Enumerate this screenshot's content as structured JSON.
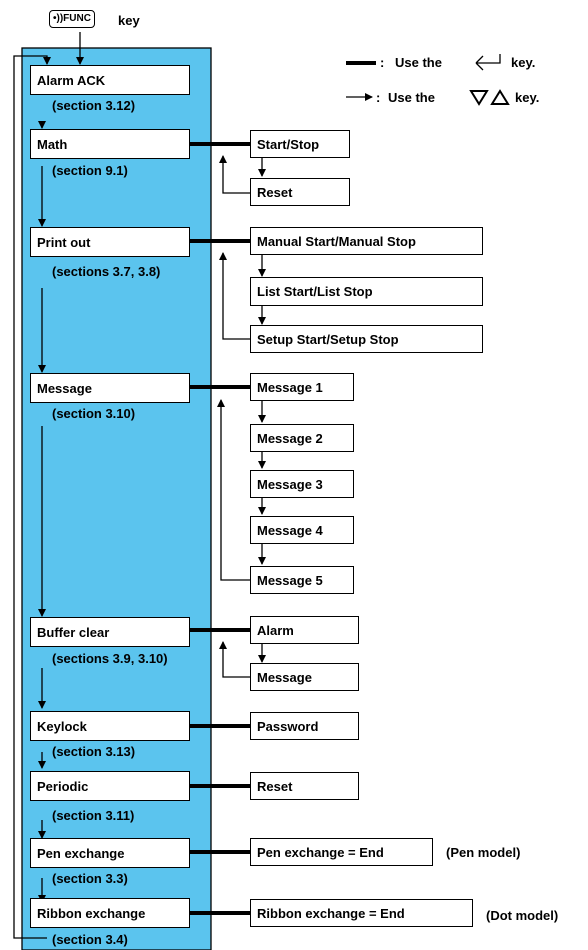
{
  "header": {
    "func_key": "FUNC",
    "key_text": "key"
  },
  "legend": {
    "enter_key": "Use the",
    "enter_key_suffix": "key.",
    "arrow_key": "Use the",
    "arrow_key_suffix": "key."
  },
  "menu": [
    {
      "label": "Alarm ACK",
      "section": "(section 3.12)"
    },
    {
      "label": "Math",
      "section": "(section 9.1)"
    },
    {
      "label": "Print out",
      "section": "(sections 3.7, 3.8)"
    },
    {
      "label": "Message",
      "section": "(section 3.10)"
    },
    {
      "label": "Buffer clear",
      "section": "(sections 3.9, 3.10)"
    },
    {
      "label": "Keylock",
      "section": "(section 3.13)"
    },
    {
      "label": "Periodic",
      "section": "(section 3.11)"
    },
    {
      "label": "Pen exchange",
      "section": "(section 3.3)"
    },
    {
      "label": "Ribbon exchange",
      "section": "(section 3.4)"
    }
  ],
  "submenus": {
    "math": [
      "Start/Stop",
      "Reset"
    ],
    "print_out": [
      "Manual Start/Manual Stop",
      "List Start/List Stop",
      "Setup Start/Setup Stop"
    ],
    "message": [
      "Message 1",
      "Message 2",
      "Message 3",
      "Message 4",
      "Message 5"
    ],
    "buffer_clear": [
      "Alarm",
      "Message"
    ],
    "keylock": [
      "Password"
    ],
    "periodic": [
      "Reset"
    ],
    "pen_exchange": [
      "Pen exchange = End"
    ],
    "ribbon_exchange": [
      "Ribbon exchange = End"
    ]
  },
  "model_notes": {
    "pen": "(Pen model)",
    "dot": "(Dot model)"
  },
  "colors": {
    "panel": "#5bc4ee",
    "line": "#000000"
  }
}
